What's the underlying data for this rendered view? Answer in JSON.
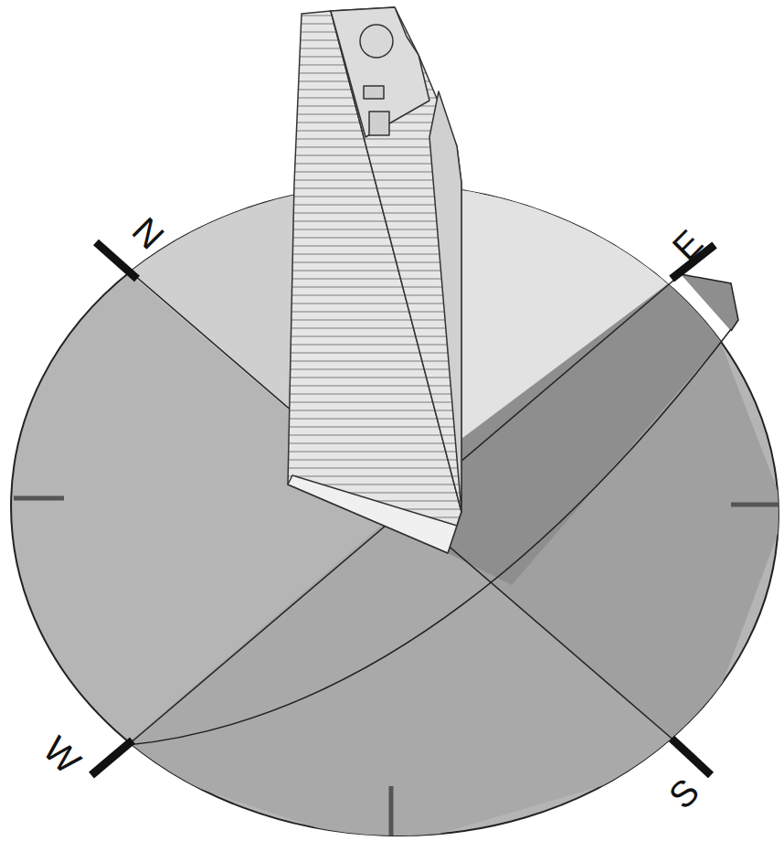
{
  "diagram": {
    "labels": [
      "N",
      "E",
      "W",
      "S"
    ]
  }
}
